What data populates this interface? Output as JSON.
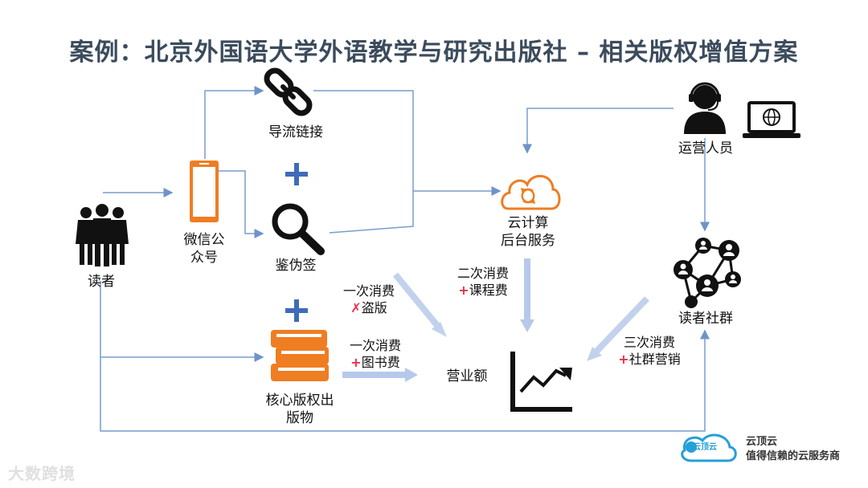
{
  "title": "案例：北京外国语大学外语教学与研究出版社 – 相关版权增值方案",
  "nodes": {
    "readers": "读者",
    "wechat_line1": "微信公",
    "wechat_line2": "众号",
    "traffic_link": "导流链接",
    "anti_fake": "鉴伪签",
    "core_pub_line1": "核心版权出",
    "core_pub_line2": "版物",
    "cloud_line1": "云计算",
    "cloud_line2": "后台服务",
    "operators": "运营人员",
    "community": "读者社群",
    "revenue": "营业额"
  },
  "plus_symbol": "+",
  "flows": {
    "first_piracy_l1": "一次消费",
    "first_piracy_mark": "✗",
    "first_piracy_l2": "盗版",
    "first_books_l1": "一次消费",
    "first_books_mark": "+",
    "first_books_l2": "图书费",
    "second_l1": "二次消费",
    "second_mark": "+",
    "second_l2": "课程费",
    "third_l1": "三次消费",
    "third_mark": "+",
    "third_l2": "社群营销"
  },
  "brand": {
    "logo_text": "云顶云",
    "name": "云顶云",
    "slogan": "值得信赖的云服务商"
  },
  "watermark": "大数跨境",
  "colors": {
    "accent_orange": "#ef7d22",
    "arrow_blue": "#7a9cce",
    "plus_blue": "#3f6cb8",
    "title": "#3b4b5c"
  }
}
